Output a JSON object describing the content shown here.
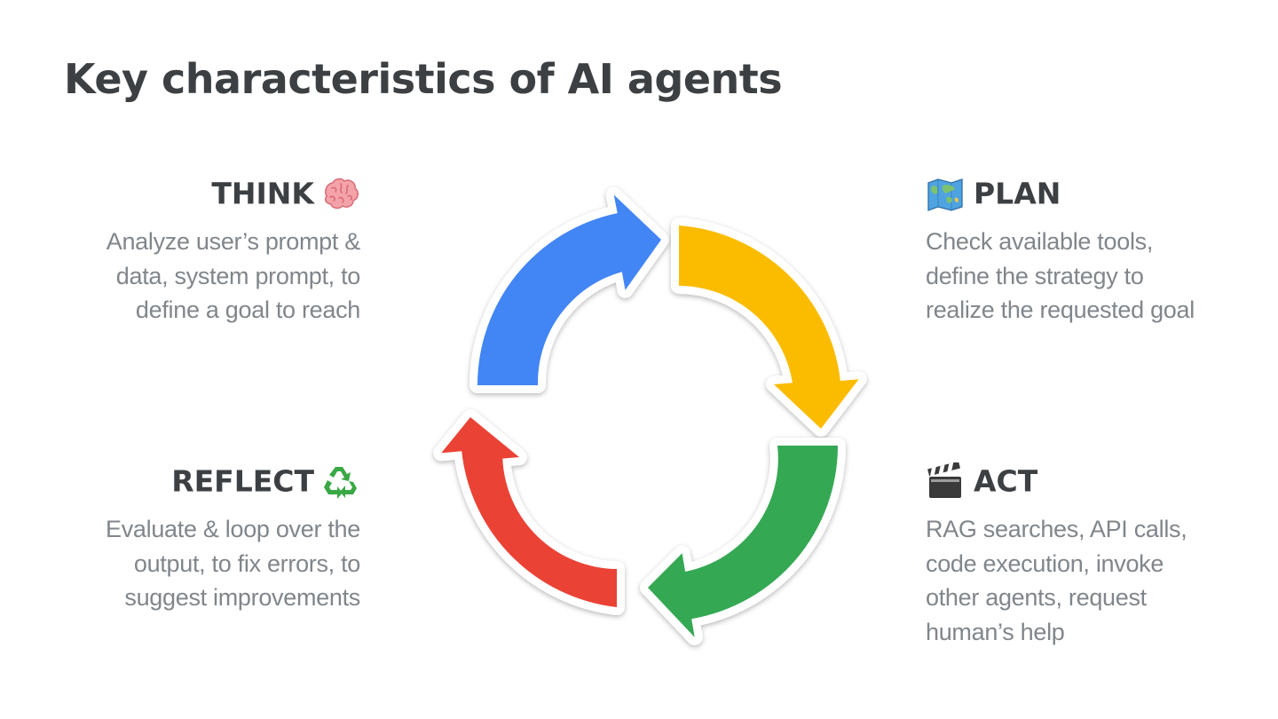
{
  "slide": {
    "title": "Key characteristics of AI agents"
  },
  "steps": {
    "think": {
      "heading": "THINK",
      "icon": "brain-icon",
      "lines": [
        "Analyze user’s prompt &",
        "data, system prompt, to",
        "define a goal to reach"
      ]
    },
    "plan": {
      "heading": "PLAN",
      "icon": "world-map-icon",
      "lines": [
        "Check available tools,",
        "define the strategy to",
        "realize the requested goal"
      ]
    },
    "act": {
      "heading": "ACT",
      "icon": "clapper-board-icon",
      "lines": [
        "RAG searches, API calls,",
        "code execution, invoke",
        "other agents, request",
        "human’s help"
      ]
    },
    "reflect": {
      "heading": "REFLECT",
      "icon": "recycle-icon",
      "lines": [
        "Evaluate & loop over the",
        "output, to fix errors, to",
        "suggest improvements"
      ]
    }
  },
  "colors": {
    "blue": "#4285f4",
    "yellow": "#fbbc04",
    "green": "#34a853",
    "red": "#ea4335",
    "heading": "#3c4043",
    "body": "#80868b"
  }
}
